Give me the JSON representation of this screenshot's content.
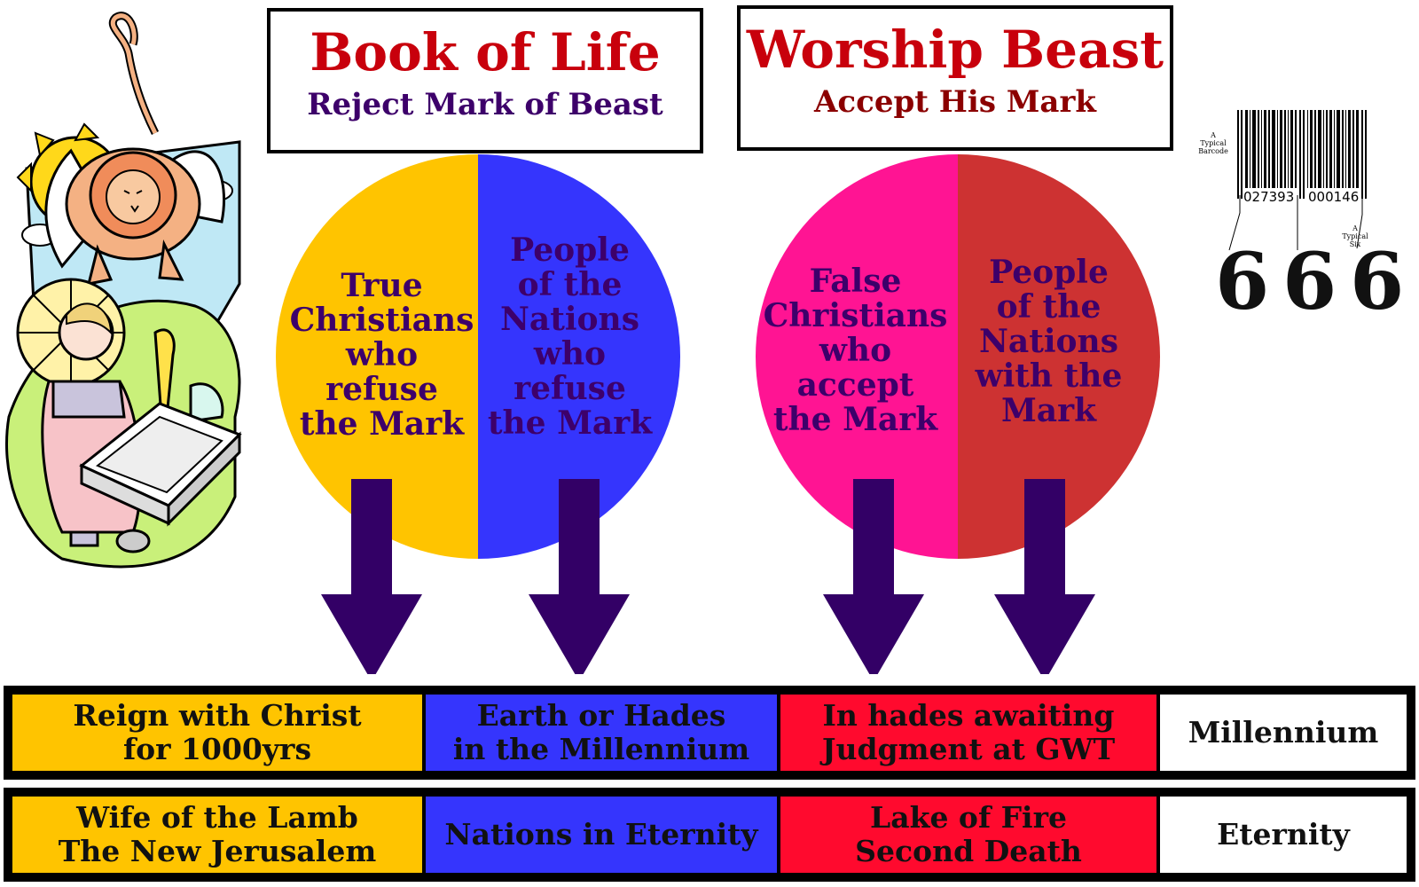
{
  "header_left": {
    "title": "Book of Life",
    "subtitle": "Reject Mark of Beast"
  },
  "header_right": {
    "title": "Worship Beast",
    "subtitle": "Accept  His Mark"
  },
  "circles": [
    {
      "left_text": "True\nChristians\nwho\nrefuse\nthe Mark",
      "right_text": "People\nof the\nNations\nwho\nrefuse\nthe Mark",
      "left_color": "#ffc400",
      "right_color": "#3535fd"
    },
    {
      "left_text": "False\nChristians\nwho accept\nthe Mark",
      "right_text": "People\nof the\nNations\nwith the\nMark",
      "left_color": "#ff1493",
      "right_color": "#cd3232"
    }
  ],
  "millennium_row": {
    "cells": [
      "Reign with Christ\nfor 1000yrs",
      "Earth or Hades\nin the Millennium",
      "In hades awaiting\nJudgment at GWT",
      "Millennium"
    ]
  },
  "eternity_row": {
    "cells": [
      "Wife of the Lamb\nThe New Jerusalem",
      "Nations in Eternity",
      "Lake of Fire\nSecond Death",
      "Eternity"
    ]
  },
  "barcode": {
    "label": "A\nTypical\nBarcode",
    "numbers": [
      "027393",
      "000146"
    ],
    "six_label": "A\nTypical\nSix",
    "digits": [
      "6",
      "6",
      "6"
    ]
  },
  "colors": {
    "accent_red": "#c8000c",
    "purple_text": "#3d006a",
    "arrow": "#330066",
    "yellow": "#ffc400",
    "blue": "#3535fd",
    "red": "#ff0a2e",
    "white": "#ffffff"
  },
  "illustration": {
    "icon": "lion-and-scribe-illustration"
  }
}
